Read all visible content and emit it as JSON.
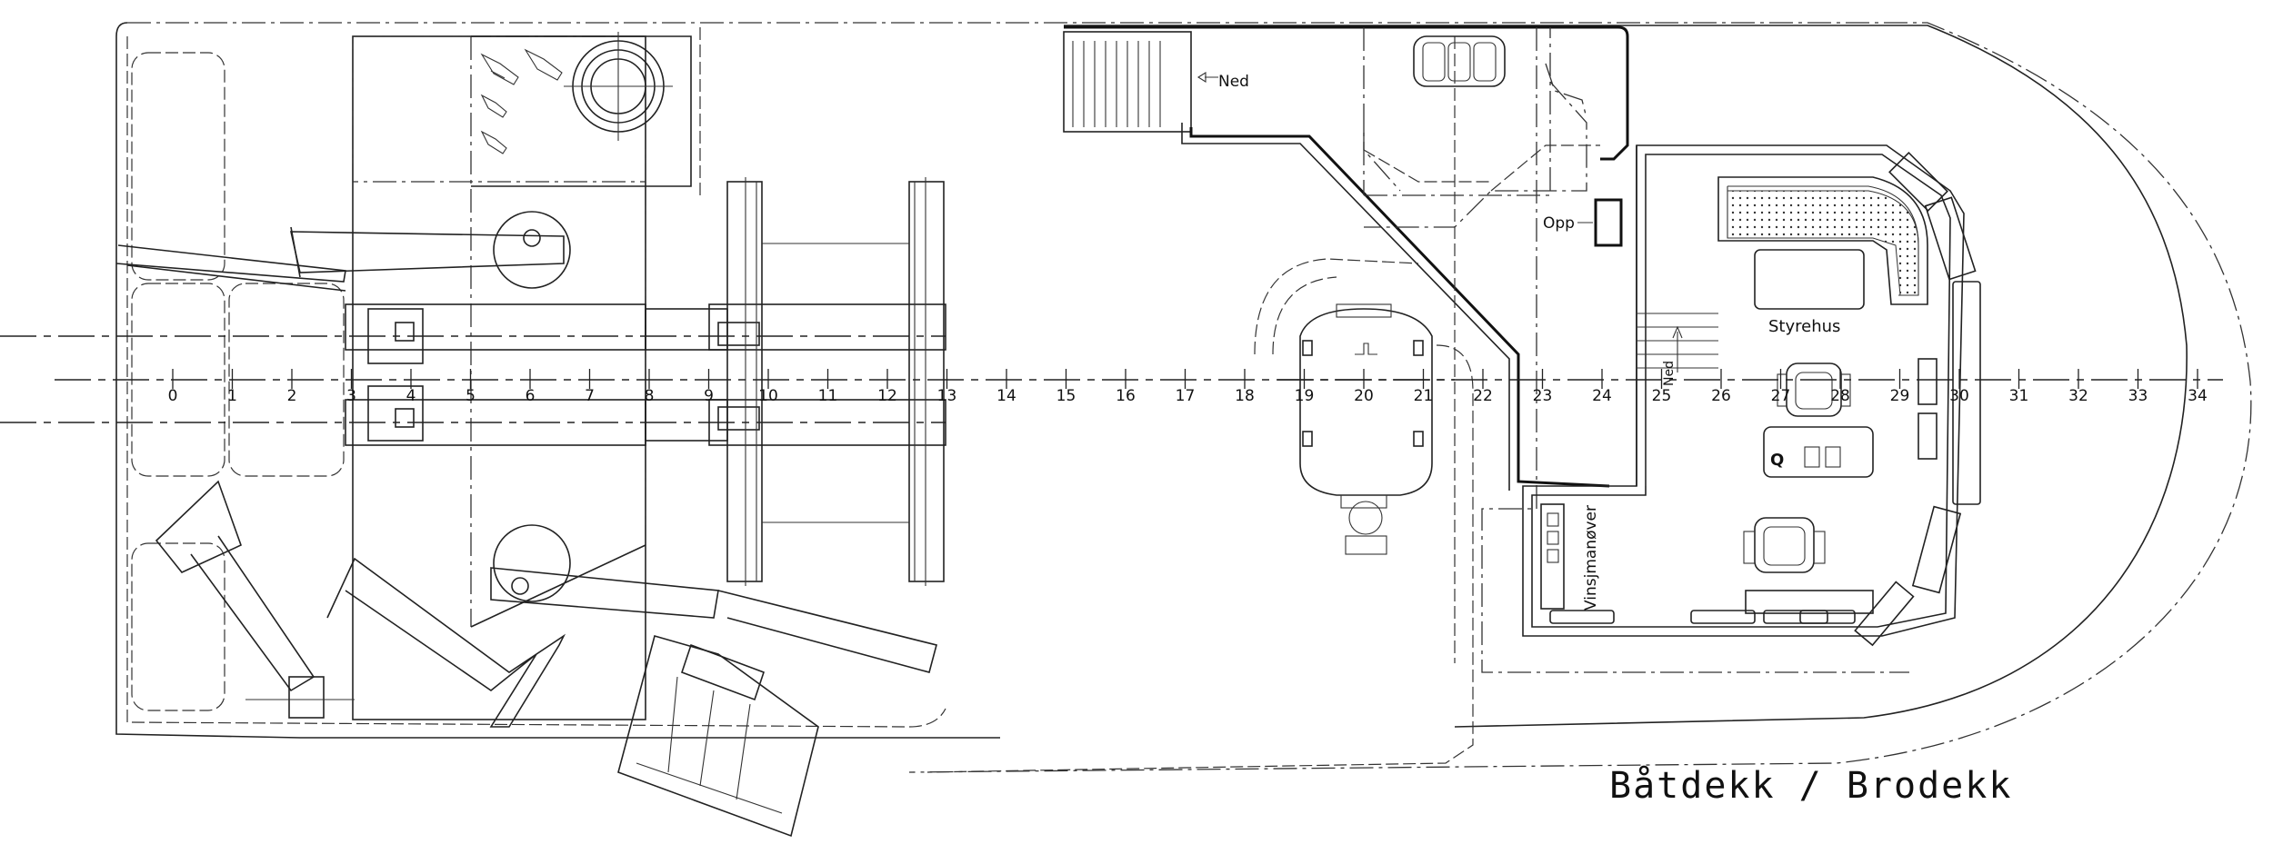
{
  "title": "Båtdekk / Brodekk",
  "labels": {
    "ned_top": "Ned",
    "opp": "Opp",
    "ned_stair": "Ned",
    "styrehus": "Styrehus",
    "vinsjmanover": "Vinsjmanøver",
    "q_mark": "Q"
  },
  "frames": [
    "0",
    "1",
    "2",
    "3",
    "4",
    "5",
    "6",
    "7",
    "8",
    "9",
    "10",
    "11",
    "12",
    "13",
    "14",
    "15",
    "16",
    "17",
    "18",
    "19",
    "20",
    "21",
    "22",
    "23",
    "24",
    "25",
    "26",
    "27",
    "28",
    "29",
    "30",
    "31",
    "32",
    "33",
    "34"
  ]
}
